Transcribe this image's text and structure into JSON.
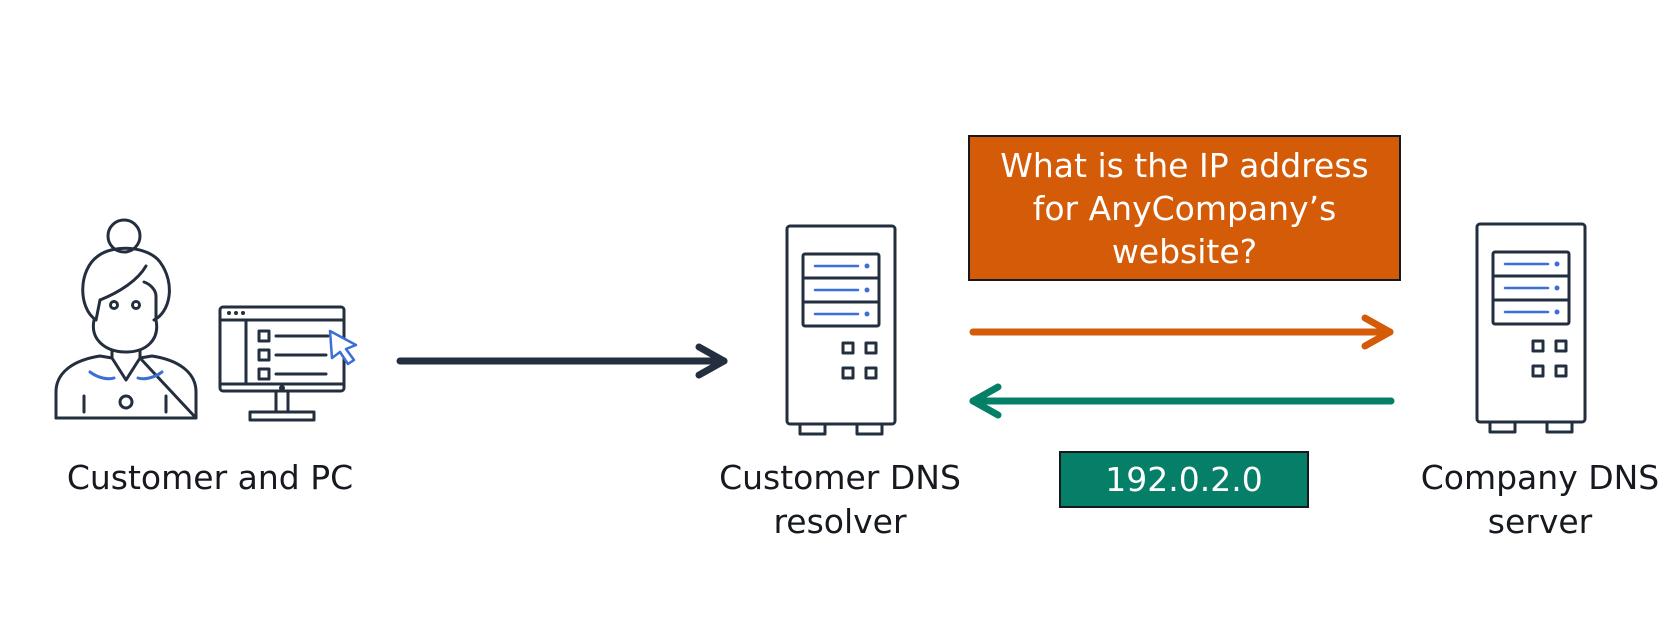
{
  "nodes": {
    "customer": {
      "label": "Customer and PC"
    },
    "resolver": {
      "label_lines": [
        "Customer DNS",
        "resolver"
      ]
    },
    "company": {
      "label_lines": [
        "Company DNS",
        "server"
      ]
    }
  },
  "query": {
    "lines": [
      "What is the IP address",
      "for AnyCompany’s",
      "website?"
    ]
  },
  "answer": {
    "text": "192.0.2.0"
  },
  "colors": {
    "ink": "#232f3e",
    "query": "#d45b07",
    "answer": "#067f68",
    "accent": "#3b6fd8"
  }
}
